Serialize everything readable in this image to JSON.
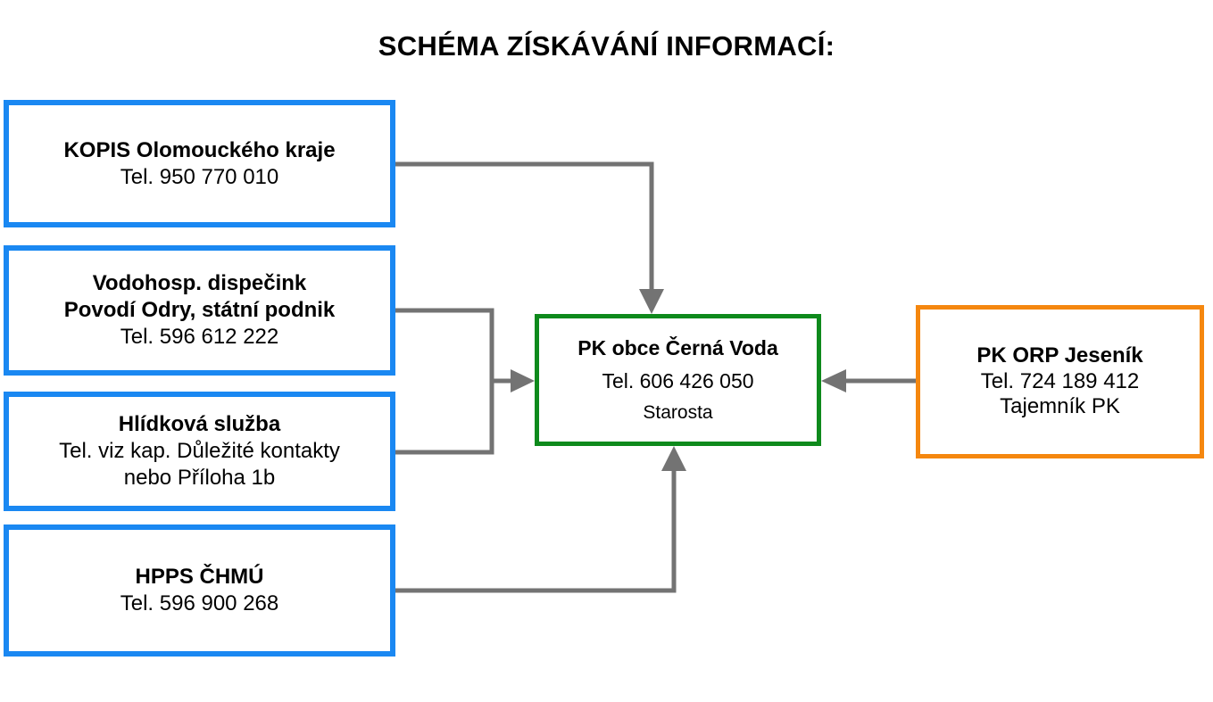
{
  "title": "SCHÉMA ZÍSKÁVÁNÍ INFORMACÍ:",
  "colors": {
    "source_border": "#1a88f2",
    "center_border": "#0e8a1c",
    "orp_border": "#f5870f",
    "connector": "#737373"
  },
  "sources": [
    {
      "name": "KOPIS Olomouckého kraje",
      "lines": [
        "Tel. 950 770 010"
      ]
    },
    {
      "name_lines": [
        "Vodohosp. dispečink",
        "Povodí Odry, státní podnik"
      ],
      "lines": [
        "Tel. 596 612 222"
      ]
    },
    {
      "name": "Hlídková služba",
      "lines": [
        "Tel. viz kap. Důležité kontakty",
        "nebo Příloha 1b"
      ]
    },
    {
      "name": "HPPS ČHMÚ",
      "lines": [
        "Tel. 596 900 268"
      ]
    }
  ],
  "center": {
    "name": "PK obce Černá Voda",
    "phone": "Tel. 606 426 050",
    "role": "Starosta"
  },
  "orp": {
    "name": "PK ORP Jeseník",
    "phone": "Tel. 724 189 412",
    "role": "Tajemník PK"
  }
}
